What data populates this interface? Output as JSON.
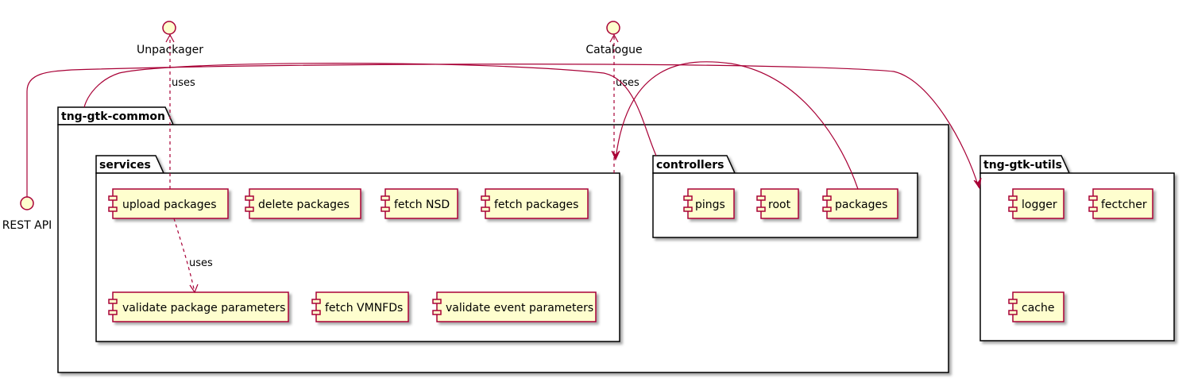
{
  "packages": {
    "common": "tng-gtk-common",
    "services": "services",
    "controllers": "controllers",
    "utils": "tng-gtk-utils"
  },
  "interfaces": {
    "unpackager": "Unpackager",
    "catalogue": "Catalogue",
    "rest_api": "REST API"
  },
  "services": {
    "upload": "upload packages",
    "delete": "delete packages",
    "fetch_nsd": "fetch NSD",
    "fetch_packages": "fetch packages",
    "validate_pkg": "validate package parameters",
    "fetch_vmnfds": "fetch VMNFDs",
    "validate_event": "validate event parameters"
  },
  "controllers": {
    "pings": "pings",
    "root": "root",
    "packages": "packages"
  },
  "utils": {
    "logger": "logger",
    "fectcher": "fectcher",
    "cache": "cache"
  },
  "edges": {
    "upload_uses_unpackager": "uses",
    "services_uses_catalogue": "uses",
    "upload_uses_validate": "uses"
  },
  "colors": {
    "component_fill": "#fefece",
    "component_border": "#a80036",
    "link": "#a80036"
  }
}
